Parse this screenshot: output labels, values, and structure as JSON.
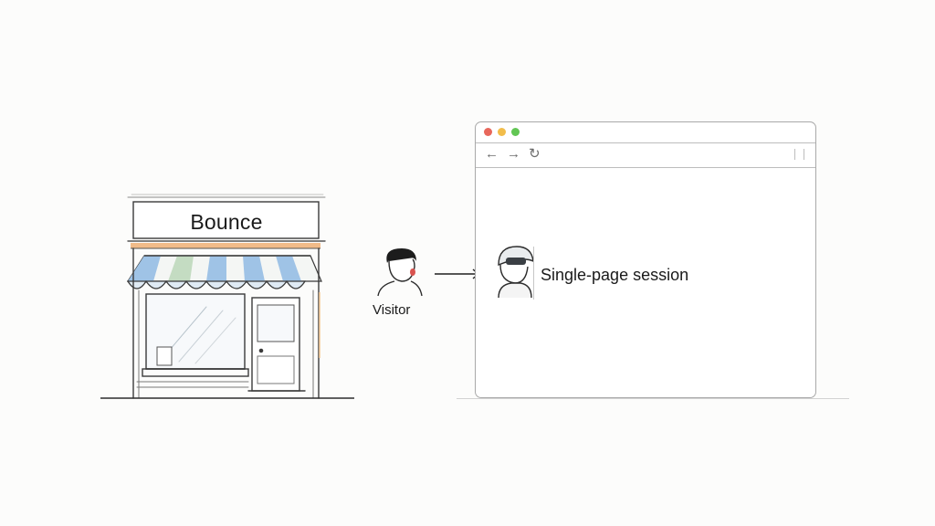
{
  "store": {
    "sign_text": "Bounce"
  },
  "visitor": {
    "label": "Visitor"
  },
  "session": {
    "label": "Single-page session"
  },
  "browser": {
    "icons": {
      "back": "arrow-left-icon",
      "forward": "arrow-right-icon",
      "reload": "reload-icon",
      "menu": "menu-icon"
    },
    "colors": {
      "close": "#e8675b",
      "minimize": "#f2bd4b",
      "maximize": "#62c654"
    }
  },
  "colors": {
    "awning_blue": "#9fc3e6",
    "awning_green": "#c4dcc2",
    "awning_white": "#f4f6f4",
    "sign_stripe": "#f0b47c",
    "line": "#3a3a3a"
  }
}
